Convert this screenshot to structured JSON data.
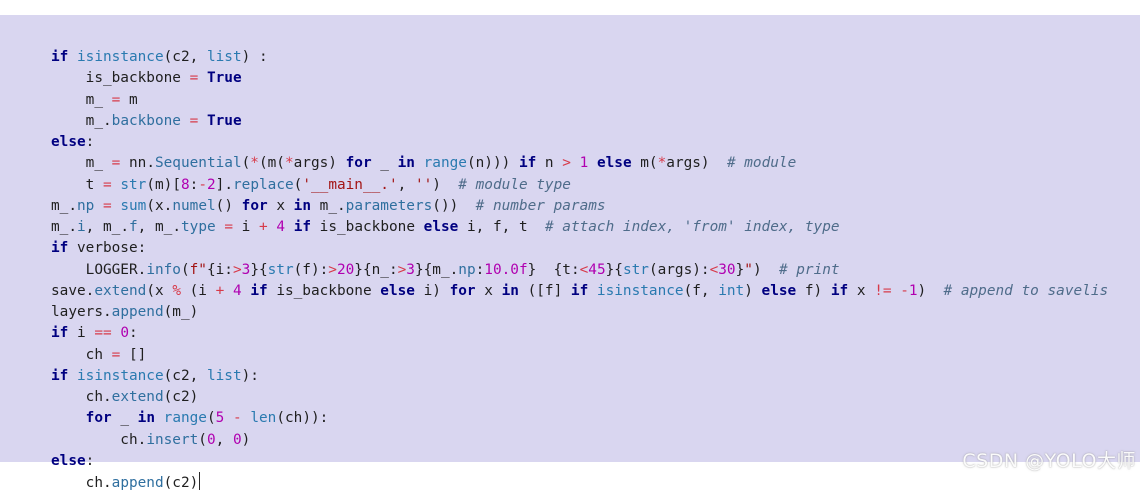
{
  "colors": {
    "panel_background": "#d9d6f0",
    "keyword": "#000080",
    "operator": "#d73a49",
    "number": "#b000b0",
    "string": "#a31515",
    "function": "#2f6f9f",
    "comment": "#4f6c8a"
  },
  "code": {
    "lines": [
      [
        [
          "kw",
          "if"
        ],
        [
          "var",
          " "
        ],
        [
          "bi",
          "isinstance"
        ],
        [
          "punct",
          "(c2, "
        ],
        [
          "bi",
          "list"
        ],
        [
          "punct",
          ") :"
        ]
      ],
      [
        [
          "var",
          "    is_backbone "
        ],
        [
          "op",
          "="
        ],
        [
          "var",
          " "
        ],
        [
          "kw",
          "True"
        ]
      ],
      [
        [
          "var",
          "    m_ "
        ],
        [
          "op",
          "="
        ],
        [
          "var",
          " m"
        ]
      ],
      [
        [
          "var",
          "    m_."
        ],
        [
          "fn",
          "backbone"
        ],
        [
          "var",
          " "
        ],
        [
          "op",
          "="
        ],
        [
          "var",
          " "
        ],
        [
          "kw",
          "True"
        ]
      ],
      [
        [
          "kw",
          "else"
        ],
        [
          "punct",
          ":"
        ]
      ],
      [
        [
          "var",
          "    m_ "
        ],
        [
          "op",
          "="
        ],
        [
          "var",
          " nn."
        ],
        [
          "fn",
          "Sequential"
        ],
        [
          "punct",
          "("
        ],
        [
          "op",
          "*"
        ],
        [
          "punct",
          "(m("
        ],
        [
          "op",
          "*"
        ],
        [
          "var",
          "args) "
        ],
        [
          "kw",
          "for"
        ],
        [
          "var",
          " _ "
        ],
        [
          "kw",
          "in"
        ],
        [
          "var",
          " "
        ],
        [
          "bi",
          "range"
        ],
        [
          "punct",
          "(n))) "
        ],
        [
          "kw",
          "if"
        ],
        [
          "var",
          " n "
        ],
        [
          "op",
          ">"
        ],
        [
          "var",
          " "
        ],
        [
          "num",
          "1"
        ],
        [
          "var",
          " "
        ],
        [
          "kw",
          "else"
        ],
        [
          "var",
          " m("
        ],
        [
          "op",
          "*"
        ],
        [
          "var",
          "args)  "
        ],
        [
          "com",
          "# module"
        ]
      ],
      [
        [
          "var",
          "    t "
        ],
        [
          "op",
          "="
        ],
        [
          "var",
          " "
        ],
        [
          "bi",
          "str"
        ],
        [
          "punct",
          "(m)["
        ],
        [
          "num",
          "8"
        ],
        [
          "punct",
          ":"
        ],
        [
          "op",
          "-"
        ],
        [
          "num",
          "2"
        ],
        [
          "punct",
          "]."
        ],
        [
          "fn",
          "replace"
        ],
        [
          "punct",
          "("
        ],
        [
          "str",
          "'__main__.'"
        ],
        [
          "punct",
          ", "
        ],
        [
          "str",
          "''"
        ],
        [
          "punct",
          ")  "
        ],
        [
          "com",
          "# module type"
        ]
      ],
      [
        [
          "var",
          "m_."
        ],
        [
          "fn",
          "np"
        ],
        [
          "var",
          " "
        ],
        [
          "op",
          "="
        ],
        [
          "var",
          " "
        ],
        [
          "bi",
          "sum"
        ],
        [
          "punct",
          "(x."
        ],
        [
          "fn",
          "numel"
        ],
        [
          "punct",
          "() "
        ],
        [
          "kw",
          "for"
        ],
        [
          "var",
          " x "
        ],
        [
          "kw",
          "in"
        ],
        [
          "var",
          " m_."
        ],
        [
          "fn",
          "parameters"
        ],
        [
          "punct",
          "())  "
        ],
        [
          "com",
          "# number params"
        ]
      ],
      [
        [
          "var",
          "m_."
        ],
        [
          "fn",
          "i"
        ],
        [
          "var",
          ", m_."
        ],
        [
          "fn",
          "f"
        ],
        [
          "var",
          ", m_."
        ],
        [
          "fn",
          "type"
        ],
        [
          "var",
          " "
        ],
        [
          "op",
          "="
        ],
        [
          "var",
          " i "
        ],
        [
          "op",
          "+"
        ],
        [
          "var",
          " "
        ],
        [
          "num",
          "4"
        ],
        [
          "var",
          " "
        ],
        [
          "kw",
          "if"
        ],
        [
          "var",
          " is_backbone "
        ],
        [
          "kw",
          "else"
        ],
        [
          "var",
          " i, f, t  "
        ],
        [
          "com",
          "# attach index, 'from' index, type"
        ]
      ],
      [
        [
          "kw",
          "if"
        ],
        [
          "var",
          " verbose:"
        ]
      ],
      [
        [
          "var",
          "    LOGGER."
        ],
        [
          "fn",
          "info"
        ],
        [
          "punct",
          "("
        ],
        [
          "str",
          "f\""
        ],
        [
          "punct",
          "{i:"
        ],
        [
          "op",
          ">"
        ],
        [
          "num",
          "3"
        ],
        [
          "punct",
          "}{"
        ],
        [
          "bi",
          "str"
        ],
        [
          "punct",
          "(f):"
        ],
        [
          "op",
          ">"
        ],
        [
          "num",
          "20"
        ],
        [
          "punct",
          "}{n_:"
        ],
        [
          "op",
          ">"
        ],
        [
          "num",
          "3"
        ],
        [
          "punct",
          "}{m_."
        ],
        [
          "fn",
          "np"
        ],
        [
          "punct",
          ":"
        ],
        [
          "num",
          "10.0f"
        ],
        [
          "punct",
          "}  {t:"
        ],
        [
          "op",
          "<"
        ],
        [
          "num",
          "45"
        ],
        [
          "punct",
          "}{"
        ],
        [
          "bi",
          "str"
        ],
        [
          "punct",
          "(args):"
        ],
        [
          "op",
          "<"
        ],
        [
          "num",
          "30"
        ],
        [
          "punct",
          "}"
        ],
        [
          "str",
          "\""
        ],
        [
          "punct",
          ")  "
        ],
        [
          "com",
          "# print"
        ]
      ],
      [
        [
          "var",
          "save."
        ],
        [
          "fn",
          "extend"
        ],
        [
          "punct",
          "(x "
        ],
        [
          "op",
          "%"
        ],
        [
          "var",
          " (i "
        ],
        [
          "op",
          "+"
        ],
        [
          "var",
          " "
        ],
        [
          "num",
          "4"
        ],
        [
          "var",
          " "
        ],
        [
          "kw",
          "if"
        ],
        [
          "var",
          " is_backbone "
        ],
        [
          "kw",
          "else"
        ],
        [
          "var",
          " i) "
        ],
        [
          "kw",
          "for"
        ],
        [
          "var",
          " x "
        ],
        [
          "kw",
          "in"
        ],
        [
          "var",
          " ([f] "
        ],
        [
          "kw",
          "if"
        ],
        [
          "var",
          " "
        ],
        [
          "bi",
          "isinstance"
        ],
        [
          "punct",
          "(f, "
        ],
        [
          "bi",
          "int"
        ],
        [
          "punct",
          ") "
        ],
        [
          "kw",
          "else"
        ],
        [
          "var",
          " f) "
        ],
        [
          "kw",
          "if"
        ],
        [
          "var",
          " x "
        ],
        [
          "op",
          "!="
        ],
        [
          "var",
          " "
        ],
        [
          "op",
          "-"
        ],
        [
          "num",
          "1"
        ],
        [
          "punct",
          ")  "
        ],
        [
          "com",
          "# append to savelis"
        ]
      ],
      [
        [
          "var",
          "layers."
        ],
        [
          "fn",
          "append"
        ],
        [
          "punct",
          "(m_)"
        ]
      ],
      [
        [
          "kw",
          "if"
        ],
        [
          "var",
          " i "
        ],
        [
          "op",
          "=="
        ],
        [
          "var",
          " "
        ],
        [
          "num",
          "0"
        ],
        [
          "punct",
          ":"
        ]
      ],
      [
        [
          "var",
          "    ch "
        ],
        [
          "op",
          "="
        ],
        [
          "var",
          " []"
        ]
      ],
      [
        [
          "kw",
          "if"
        ],
        [
          "var",
          " "
        ],
        [
          "bi",
          "isinstance"
        ],
        [
          "punct",
          "(c2, "
        ],
        [
          "bi",
          "list"
        ],
        [
          "punct",
          "):"
        ]
      ],
      [
        [
          "var",
          "    ch."
        ],
        [
          "fn",
          "extend"
        ],
        [
          "punct",
          "(c2)"
        ]
      ],
      [
        [
          "var",
          "    "
        ],
        [
          "kw",
          "for"
        ],
        [
          "var",
          " _ "
        ],
        [
          "kw",
          "in"
        ],
        [
          "var",
          " "
        ],
        [
          "bi",
          "range"
        ],
        [
          "punct",
          "("
        ],
        [
          "num",
          "5"
        ],
        [
          "var",
          " "
        ],
        [
          "op",
          "-"
        ],
        [
          "var",
          " "
        ],
        [
          "bi",
          "len"
        ],
        [
          "punct",
          "(ch)):"
        ]
      ],
      [
        [
          "var",
          "        ch."
        ],
        [
          "fn",
          "insert"
        ],
        [
          "punct",
          "("
        ],
        [
          "num",
          "0"
        ],
        [
          "punct",
          ", "
        ],
        [
          "num",
          "0"
        ],
        [
          "punct",
          ")"
        ]
      ],
      [
        [
          "kw",
          "else"
        ],
        [
          "punct",
          ":"
        ]
      ],
      [
        [
          "var",
          "    ch."
        ],
        [
          "fn",
          "append"
        ],
        [
          "punct",
          "(c2)"
        ]
      ]
    ]
  },
  "watermark": {
    "text": "CSDN @YOLO大师"
  }
}
